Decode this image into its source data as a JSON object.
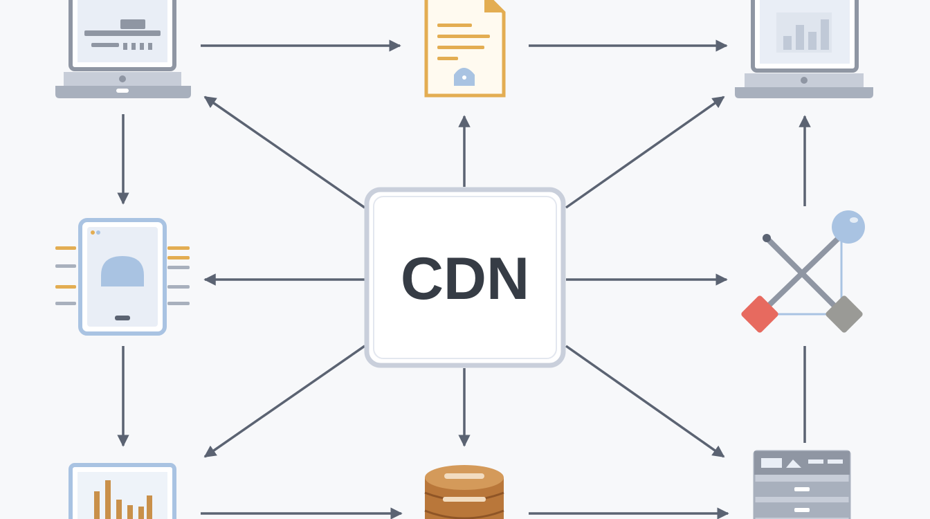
{
  "hub": {
    "label": "CDN"
  },
  "colors": {
    "background": "#f7f8fa",
    "arrow": "#5b6372",
    "device_frame": "#8f96a3",
    "device_screen": "#e9eef6",
    "blue_accent": "#a9c3e2",
    "amber_accent": "#e3ad52",
    "red_accent": "#e76a5f",
    "gray_accent": "#9a9a96",
    "database_brown": "#b9773a",
    "text": "#363c45"
  },
  "nodes": [
    {
      "id": "laptop-source",
      "icon": "laptop-icon"
    },
    {
      "id": "document",
      "icon": "document-icon"
    },
    {
      "id": "laptop-analytics",
      "icon": "laptop-chart-icon"
    },
    {
      "id": "mobile-device",
      "icon": "tablet-icon"
    },
    {
      "id": "network-tool",
      "icon": "network-node-icon"
    },
    {
      "id": "chart-monitor",
      "icon": "bar-chart-icon"
    },
    {
      "id": "database",
      "icon": "database-icon"
    },
    {
      "id": "server-rack",
      "icon": "server-rack-icon"
    }
  ]
}
